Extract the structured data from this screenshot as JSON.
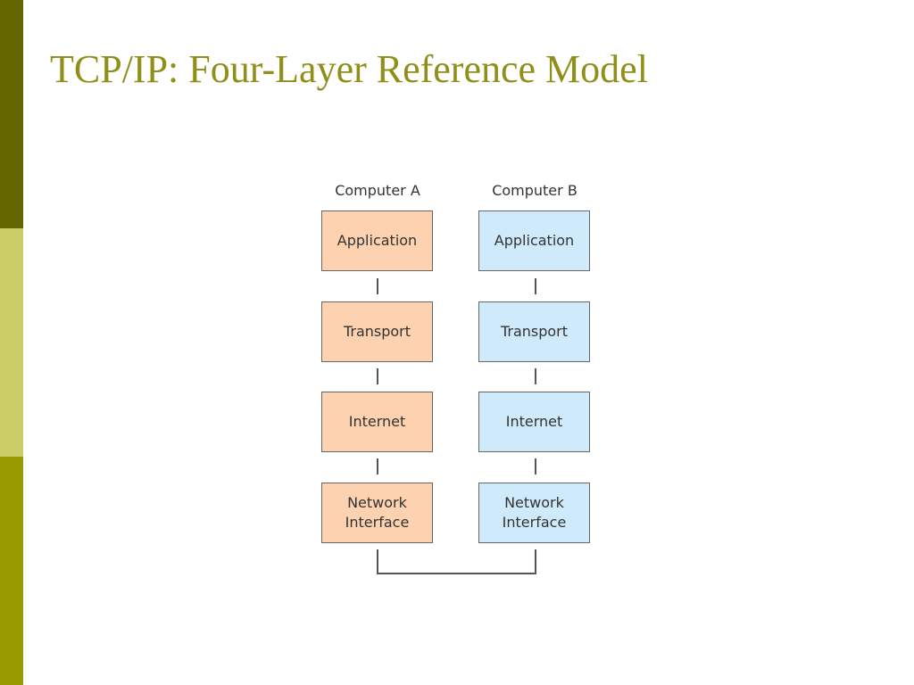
{
  "slide": {
    "title": "TCP/IP: Four-Layer Reference Model"
  },
  "colors": {
    "title_text": "#8f8f1a",
    "band_top": "#666600",
    "band_middle": "#cccc66",
    "band_bottom": "#999900",
    "computer_a_fill": "#fcd2b0",
    "computer_b_fill": "#cfeafb"
  },
  "diagram": {
    "computer_a": {
      "label": "Computer A",
      "layers": [
        "Application",
        "Transport",
        "Internet",
        "Network\nInterface"
      ]
    },
    "computer_b": {
      "label": "Computer B",
      "layers": [
        "Application",
        "Transport",
        "Internet",
        "Network\nInterface"
      ]
    }
  }
}
